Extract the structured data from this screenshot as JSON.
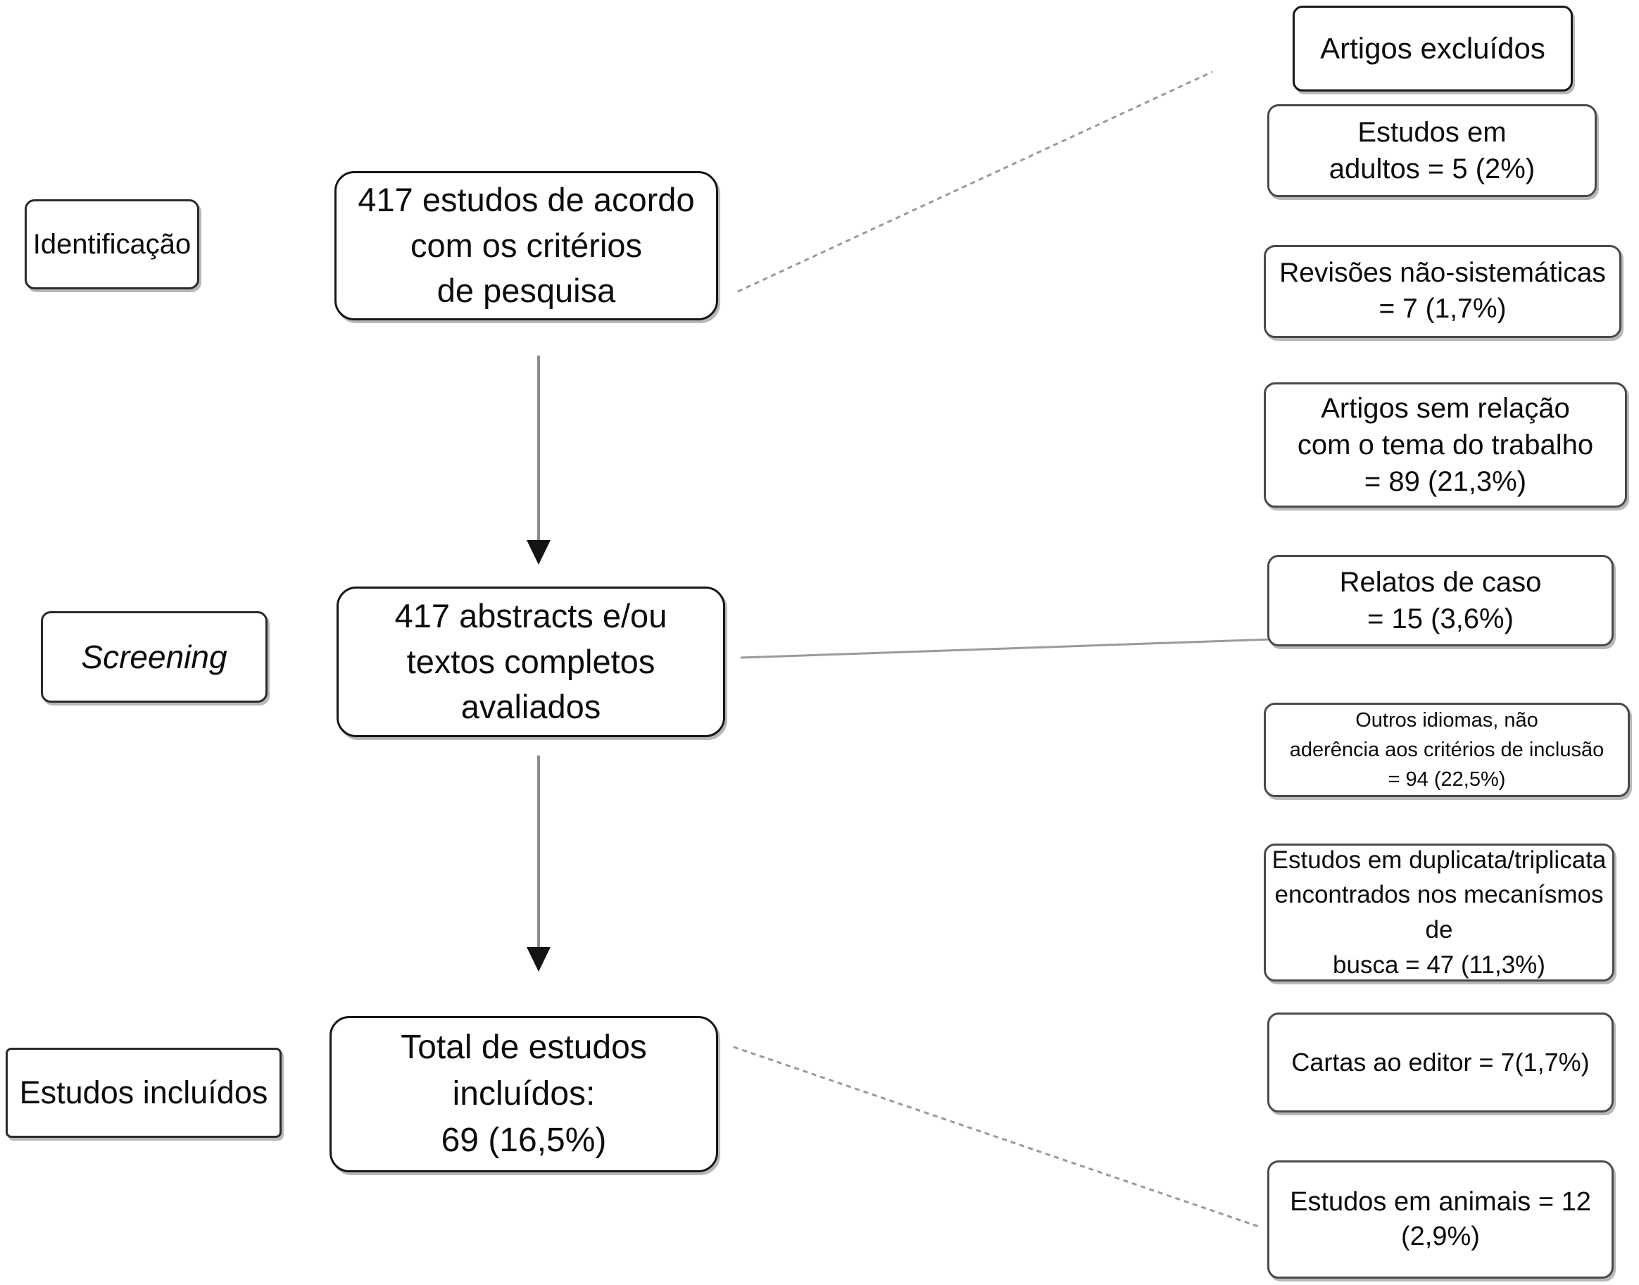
{
  "stage_labels": [
    {
      "id": "identificacao",
      "text": "Identificação"
    },
    {
      "id": "screening",
      "text": "Screening"
    },
    {
      "id": "estudos-incluidos",
      "text": "Estudos incluídos"
    }
  ],
  "flow_boxes": [
    {
      "id": "flow-box-1",
      "text": "417 estudos de acordo\ncom os critérios\nde pesquisa"
    },
    {
      "id": "flow-box-2",
      "text": "417 abstracts e/ou\ntextos completos\navaliados"
    },
    {
      "id": "flow-box-3",
      "text": "Total de estudos\nincluídos:\n69 (16,5%)"
    }
  ],
  "excluded": {
    "header": "Artigos excluídos",
    "reasons": [
      {
        "id": "excluded-reason-1",
        "text": "Estudos em\nadultos = 5 (2%)"
      },
      {
        "id": "excluded-reason-2",
        "text": "Revisões não-sistemáticas\n= 7 (1,7%)"
      },
      {
        "id": "excluded-reason-3",
        "text": "Artigos sem relação\ncom o tema do trabalho\n= 89 (21,3%)"
      },
      {
        "id": "excluded-reason-4",
        "text": "Relatos de caso\n= 15 (3,6%)"
      },
      {
        "id": "excluded-reason-5",
        "text": "Outros idiomas, não\naderência aos critérios de inclusão\n= 94 (22,5%)"
      },
      {
        "id": "excluded-reason-6",
        "text": "Estudos em duplicata/triplicata\nencontrados nos mecanísmos de\nbusca = 47 (11,3%)"
      },
      {
        "id": "excluded-reason-7",
        "text": "Cartas ao editor = 7(1,7%)"
      },
      {
        "id": "excluded-reason-8",
        "text": "Estudos em animais = 12\n(2,9%)"
      }
    ]
  },
  "connections": [
    {
      "from": "flow-box-1",
      "to": "flow-box-2",
      "type": "arrow-down"
    },
    {
      "from": "flow-box-2",
      "to": "flow-box-3",
      "type": "arrow-down"
    },
    {
      "from": "flow-box-1",
      "to": "excluded-header",
      "type": "diagonal-line"
    },
    {
      "from": "flow-box-2",
      "to": "excluded-reason-4",
      "type": "horizontal-line"
    },
    {
      "from": "flow-box-3",
      "to": "excluded-reason-8",
      "type": "diagonal-line"
    }
  ],
  "colors": {
    "background": "#ffffff",
    "box_border": "#2b2b2b",
    "text": "#0c0c0c",
    "connector_gray": "#9a9a9a",
    "arrowhead_black": "#141414"
  }
}
